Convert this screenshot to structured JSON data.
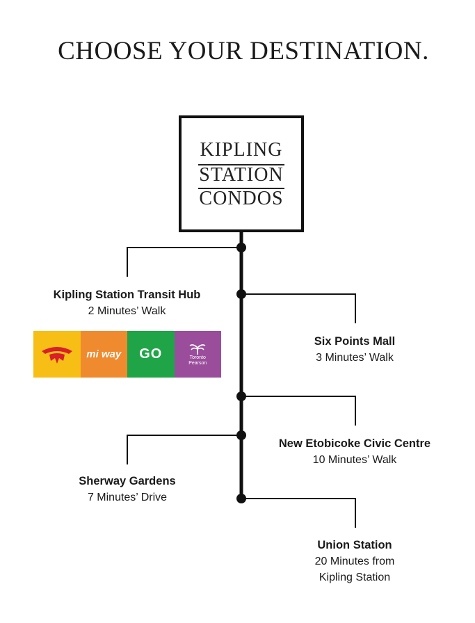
{
  "page_title": "CHOOSE YOUR DESTINATION.",
  "logo": {
    "lines": [
      "KIPLING",
      "STATION",
      "CONDOS"
    ]
  },
  "destinations": [
    {
      "name": "Kipling Station Transit Hub",
      "detail": "2 Minutes’ Walk"
    },
    {
      "name": "Six Points Mall",
      "detail": "3 Minutes’ Walk"
    },
    {
      "name": "New Etobicoke Civic Centre",
      "detail": "10 Minutes’ Walk"
    },
    {
      "name": "Sherway Gardens",
      "detail": "7 Minutes’ Drive"
    },
    {
      "name": "Union Station",
      "detail": "20 Minutes from",
      "detail2": "Kipling Station"
    }
  ],
  "transit_logos": [
    {
      "icon": "ttc-icon",
      "color": "#f7be16"
    },
    {
      "icon": "miway-icon",
      "text": "mi way",
      "color": "#ef8a2e"
    },
    {
      "icon": "go-transit-icon",
      "text": "GO",
      "color": "#1fa447"
    },
    {
      "icon": "toronto-pearson-icon",
      "text": "Toronto Pearson",
      "color": "#9a4d9b"
    }
  ],
  "colors": {
    "line": "#111111",
    "text": "#1a1a1a"
  }
}
